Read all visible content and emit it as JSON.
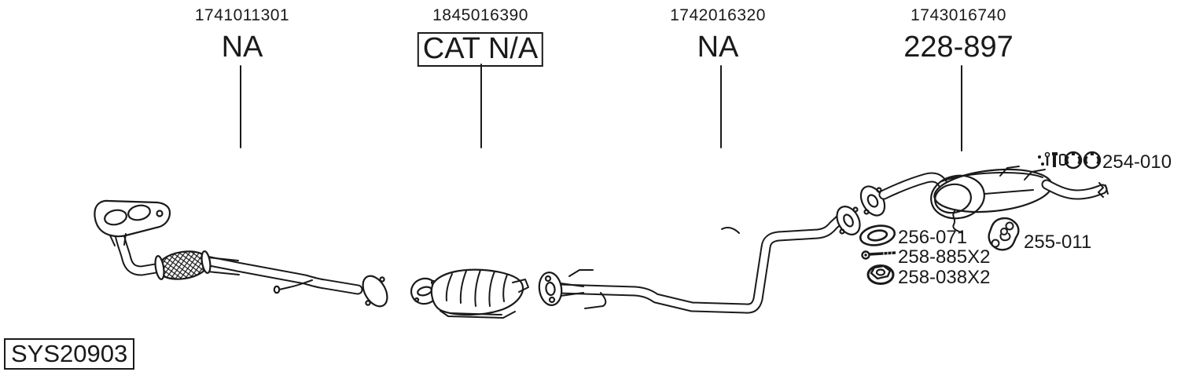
{
  "diagram": {
    "system_code": "SYS20903",
    "colors": {
      "ink": "#1a1a1a",
      "background": "#ffffff"
    },
    "groups": [
      {
        "code": "1741011301",
        "label": "NA",
        "boxed": false
      },
      {
        "code": "1845016390",
        "label": "CAT N/A",
        "boxed": true
      },
      {
        "code": "1742016320",
        "label": "NA",
        "boxed": false
      },
      {
        "code": "1743016740",
        "label": "228-897",
        "boxed": false
      }
    ],
    "parts": [
      {
        "id": "254-010",
        "icon": "fitting-kit-icon"
      },
      {
        "id": "256-071",
        "icon": "gasket-ring-icon"
      },
      {
        "id": "258-885X2",
        "icon": "bolt-icon"
      },
      {
        "id": "258-038X2",
        "icon": "flange-nut-icon"
      },
      {
        "id": "255-011",
        "icon": "rubber-hanger-icon"
      }
    ]
  }
}
